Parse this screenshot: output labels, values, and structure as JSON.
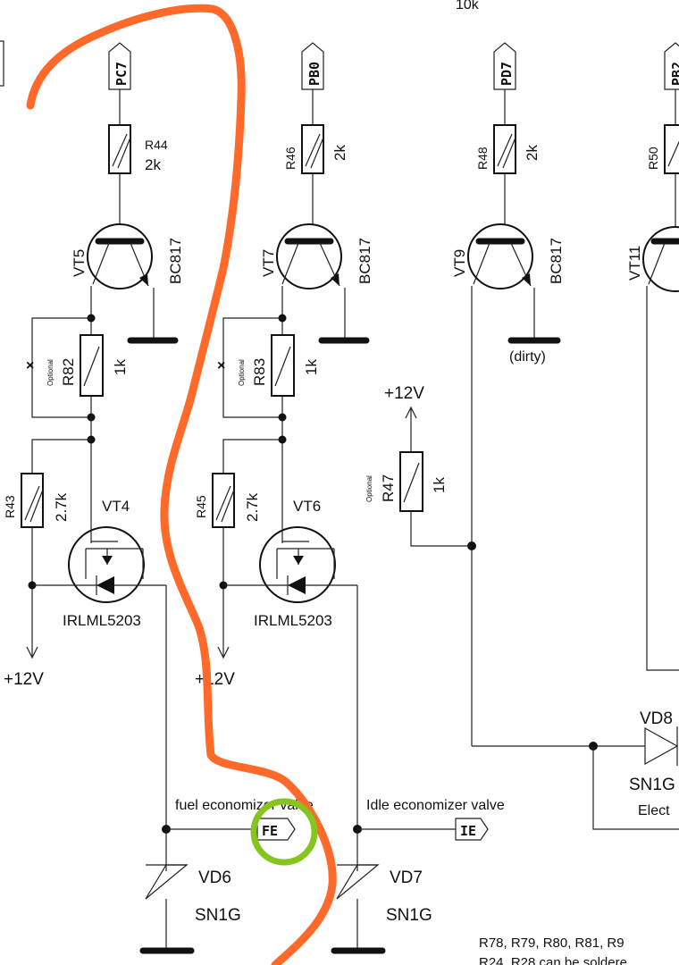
{
  "colors": {
    "wire": "#222222",
    "annotation_stroke": "#ff6a2a",
    "annotation_circle": "#86c41f"
  },
  "top_label": "10k",
  "ports": {
    "pc7": "PC7",
    "pb0": "PB0",
    "pd7": "PD7",
    "pb2": "PB2",
    "fe": "FE",
    "ie": "IE"
  },
  "resistors": {
    "r44": {
      "name": "R44",
      "value": "2k"
    },
    "r46": {
      "name": "R46",
      "value": "2k"
    },
    "r48": {
      "name": "R48",
      "value": "2k"
    },
    "r50": {
      "name": "R50"
    },
    "r82": {
      "name": "R82",
      "value": "1k",
      "tag": "Optional"
    },
    "r83": {
      "name": "R83",
      "value": "1k",
      "tag": "Optional"
    },
    "r47": {
      "name": "R47",
      "value": "1k",
      "tag": "Optional"
    },
    "r43": {
      "name": "R43",
      "value": "2.7k"
    },
    "r45": {
      "name": "R45",
      "value": "2.7k"
    }
  },
  "transistors": {
    "vt5": {
      "name": "VT5",
      "part": "BC817"
    },
    "vt7": {
      "name": "VT7",
      "part": "BC817"
    },
    "vt9": {
      "name": "VT9",
      "part": "BC817"
    },
    "vt11": {
      "name": "VT11"
    },
    "vt4": {
      "name": "VT4",
      "part": "IRLML5203"
    },
    "vt6": {
      "name": "VT6",
      "part": "IRLML5203"
    }
  },
  "supply_label": "+12V",
  "dirty_label": "(dirty)",
  "x_mark": "×",
  "diodes": {
    "vd6": {
      "name": "VD6",
      "part": "SN1G"
    },
    "vd7": {
      "name": "VD7",
      "part": "SN1G"
    },
    "vd8": {
      "name": "VD8",
      "part": "SN1G",
      "note": "Elect"
    }
  },
  "valve_labels": {
    "fuel": "fuel economizer valve",
    "idle": "Idle economizer valve"
  },
  "bottom_note": {
    "line1": "R78, R79, R80, R81, R9",
    "line2": "R24, R28 can be soldere"
  }
}
